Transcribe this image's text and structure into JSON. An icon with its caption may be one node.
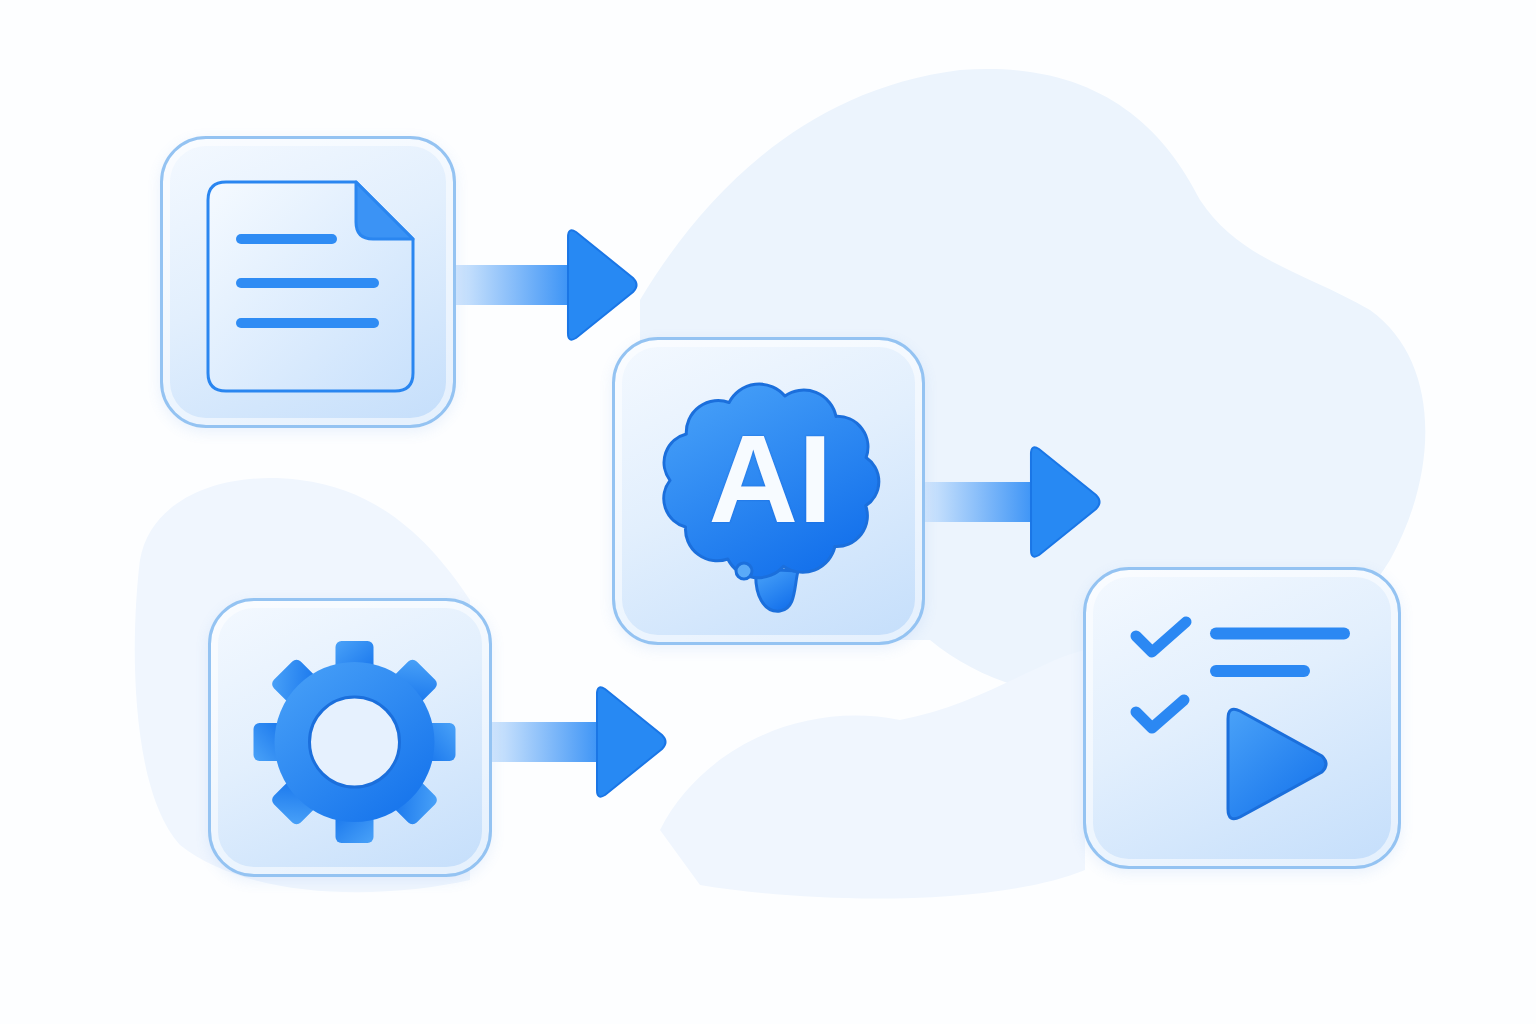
{
  "diagram": {
    "nodes": [
      {
        "text": [],
        "shape": "box"
      },
      {
        "text": [],
        "shape": "box"
      },
      {
        "text": [
          "AI"
        ],
        "in": 1
      },
      {
        "text": [],
        "shape": "box"
      },
      {
        "text": [],
        "shape": "box"
      }
    ],
    "edges": [
      {
        "from": 0,
        "to": 1,
        "arrow": "to"
      },
      {
        "from": 1,
        "to": 4,
        "arrow": "to"
      },
      {
        "from": 3,
        "to": 4,
        "arrow": "to"
      }
    ]
  }
}
